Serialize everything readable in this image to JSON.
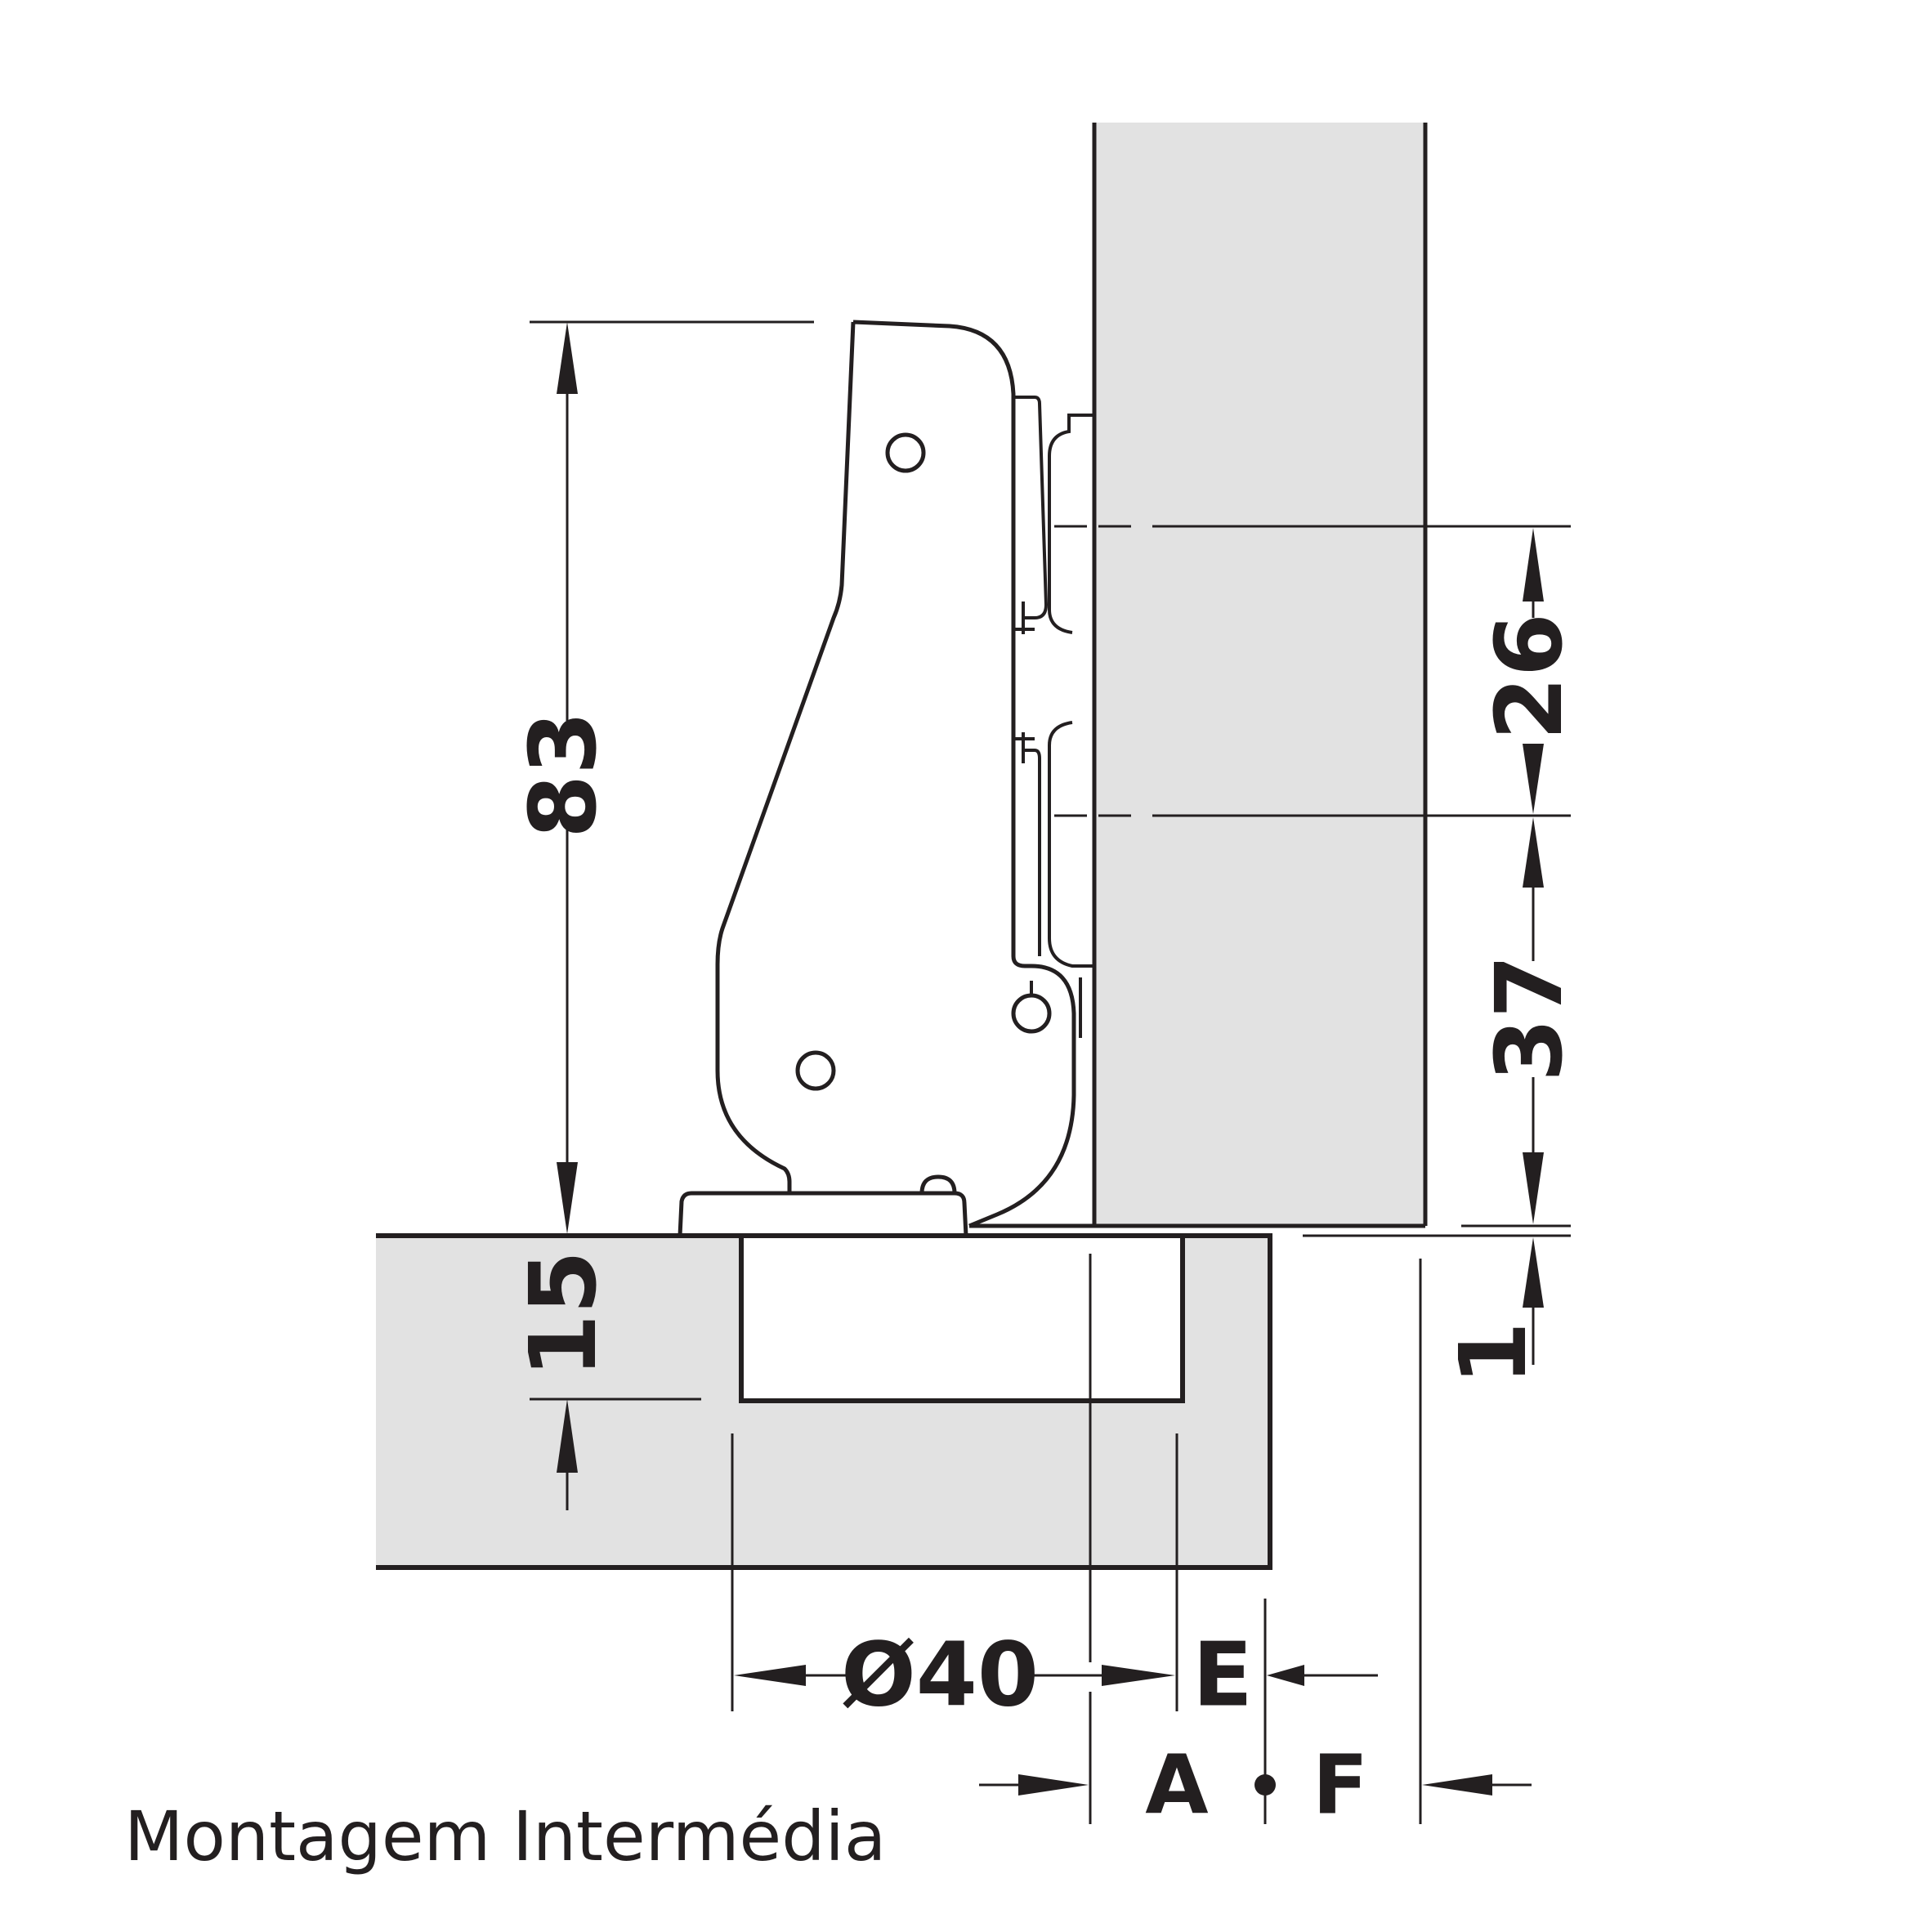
{
  "caption": "Montagem Intermédia",
  "dimensions": {
    "height_83": "83",
    "depth_15": "15",
    "spacing_26": "26",
    "offset_37": "37",
    "gap_1": "1",
    "cup_diameter": "Ø40",
    "label_E": "E",
    "label_A": "A",
    "label_F": "F"
  },
  "colors": {
    "line": "#231f20",
    "panel_fill": "#e2e2e2"
  }
}
